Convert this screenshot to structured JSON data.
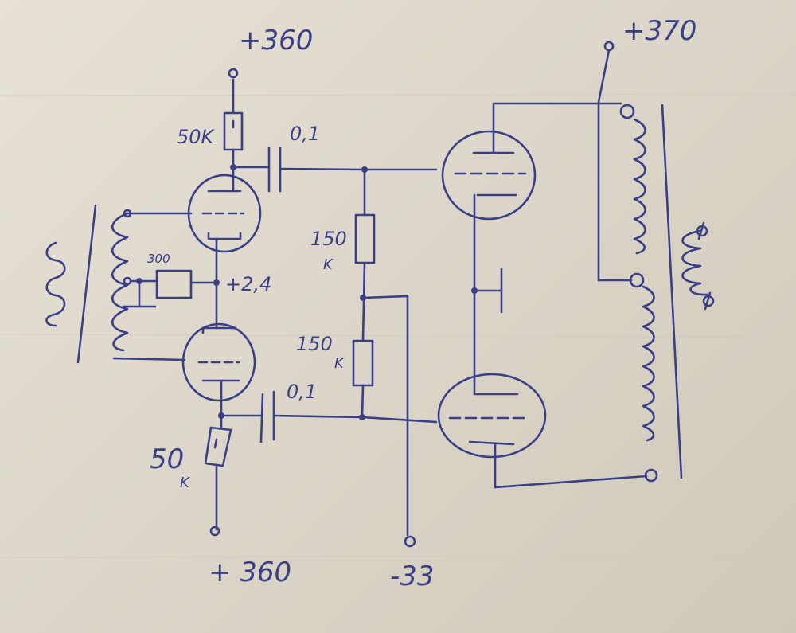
{
  "labels": {
    "supply_top_left": "+360",
    "supply_bottom": "+ 360",
    "supply_right": "+370",
    "bias_supply": "-33",
    "r_anode_top": "50K",
    "r_cathode_bottom_value": "50",
    "r_cathode_bottom_unit": "K",
    "r_center": "300",
    "center_voltage": "+2,4",
    "cap_top": "0,1",
    "cap_bottom": "0,1",
    "r_grid_upper_value": "150",
    "r_grid_upper_unit": "K",
    "r_grid_lower_value": "150",
    "r_grid_lower_unit": "K"
  },
  "colors": {
    "ink": "#3a3f86",
    "paper": "#e3ddd0"
  }
}
